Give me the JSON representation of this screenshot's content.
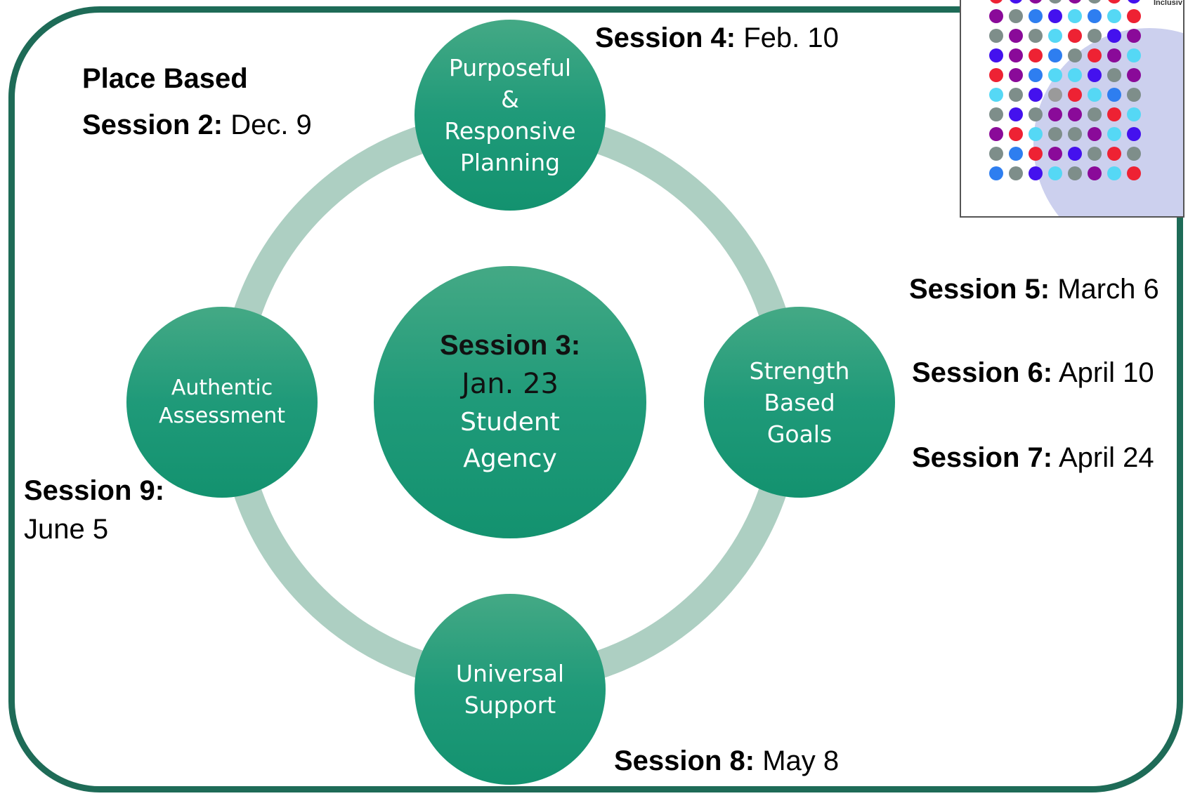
{
  "diagram": {
    "center": {
      "heading": "Session 3:",
      "date": "Jan. 23",
      "lines": [
        "Student",
        "Agency"
      ]
    },
    "nodes": {
      "top": [
        "Purposeful",
        "&",
        "Responsive",
        "Planning"
      ],
      "right": [
        "Strength",
        "Based",
        "Goals"
      ],
      "bottom": [
        "Universal",
        "Support"
      ],
      "left": [
        "Authentic",
        "Assessment"
      ]
    }
  },
  "sessions": {
    "place_based": "Place Based",
    "s2": {
      "label": "Session 2:",
      "date": " Dec. 9"
    },
    "s4": {
      "label": "Session 4:",
      "date": " Feb. 10"
    },
    "s5": {
      "label": "Session 5:",
      "date": " March 6"
    },
    "s6": {
      "label": "Session 6:",
      "date": " April 10"
    },
    "s7": {
      "label": "Session 7:",
      "date": " April 24"
    },
    "s8": {
      "label": "Session 8:",
      "date": " May 8"
    },
    "s9": {
      "label": "Session 9:",
      "date": "June 5"
    }
  },
  "logo": {
    "text": "Inclusiv",
    "dot_colors": [
      "#ee2233",
      "#4411ee",
      "#8a0a99",
      "#7e8e8a",
      "#8a0a99",
      "#7e8e8a",
      "#ee2233",
      "#4411ee",
      "#8a0a99",
      "#7e8e8a",
      "#2e7ef0",
      "#4411ee",
      "#55d8f5",
      "#2e7ef0",
      "#55d8f5",
      "#ee2233",
      "#7e8e8a",
      "#8a0a99",
      "#7e8e8a",
      "#55d8f5",
      "#ee2233",
      "#7e8e8a",
      "#4411ee",
      "#8a0a99",
      "#4411ee",
      "#8a0a99",
      "#ee2233",
      "#2e7ef0",
      "#7e8e8a",
      "#ee2233",
      "#8a0a99",
      "#55d8f5",
      "#ee2233",
      "#8a0a99",
      "#2e7ef0",
      "#55d8f5",
      "#55d8f5",
      "#4411ee",
      "#7e8e8a",
      "#8a0a99",
      "#55d8f5",
      "#7e8e8a",
      "#4411ee",
      "#9a9a9a",
      "#ee2233",
      "#55d8f5",
      "#2e7ef0",
      "#7e8e8a",
      "#7e8e8a",
      "#4411ee",
      "#7e8e8a",
      "#8a0a99",
      "#8a0a99",
      "#7e8e8a",
      "#ee2233",
      "#55d8f5",
      "#8a0a99",
      "#ee2233",
      "#55d8f5",
      "#7e8e8a",
      "#7e8e8a",
      "#8a0a99",
      "#55d8f5",
      "#4411ee",
      "#7e8e8a",
      "#2e7ef0",
      "#ee2233",
      "#8a0a99",
      "#4411ee",
      "#7e8e8a",
      "#ee2233",
      "#7e8e8a",
      "#2e7ef0",
      "#7e8e8a",
      "#4411ee",
      "#55d8f5",
      "#7e8e8a",
      "#8a0a99",
      "#55d8f5",
      "#ee2233"
    ]
  },
  "colors": {
    "frame": "#1e6b57",
    "node": "#1a9a76",
    "ring": "#adcfc2"
  }
}
